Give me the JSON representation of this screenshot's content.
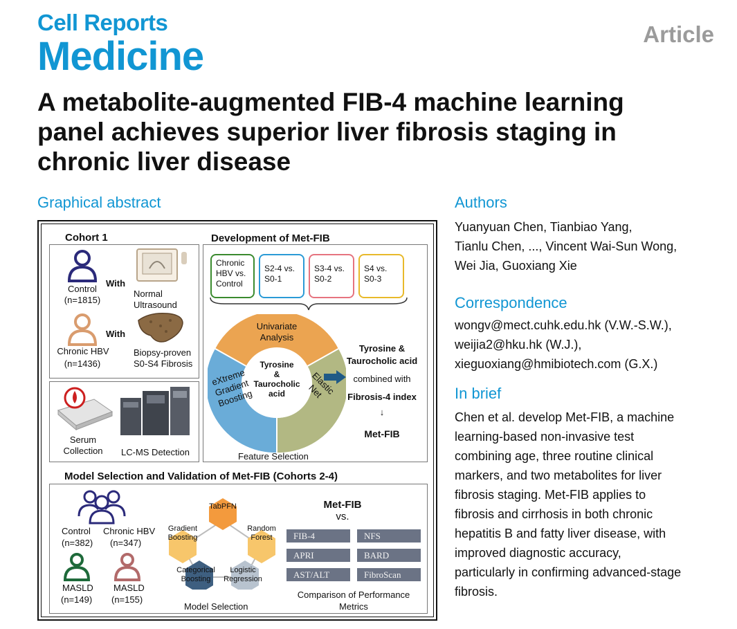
{
  "journal": {
    "line1": "Cell Reports",
    "line2": "Medicine",
    "article_type": "Article"
  },
  "title_lines": [
    "A metabolite-augmented FIB-4 machine learning",
    "panel achieves superior liver fibrosis staging in",
    "chronic liver disease"
  ],
  "graphical_abstract": {
    "heading": "Graphical abstract",
    "cohort1": {
      "title": "Cohort 1",
      "control_label": "Control",
      "control_n": "(n=1815)",
      "with1": "With",
      "normal_us": [
        "Normal",
        "Ultrasound"
      ],
      "hbv_label": "Chronic HBV",
      "hbv_n": "(n=1436)",
      "with2": "With",
      "biopsy": [
        "Biopsy-proven",
        "S0-S4 Fibrosis"
      ]
    },
    "serum": [
      "Serum",
      "Collection"
    ],
    "lcms": "LC-MS Detection",
    "development": {
      "title": "Development of Met-FIB",
      "boxes": [
        [
          "Chronic",
          "HBV vs.",
          "Control"
        ],
        [
          "S2-4 vs.",
          "S0-1"
        ],
        [
          "S3-4 vs.",
          "S0-2"
        ],
        [
          "S4 vs.",
          "S0-3"
        ]
      ],
      "box_colors": [
        "#3a8a2e",
        "#2a9ad6",
        "#e6737f",
        "#e8b92a"
      ],
      "ring_top": [
        "Univariate",
        "Analysis"
      ],
      "ring_left": [
        "eXtreme",
        "Gradient",
        "Boosting"
      ],
      "ring_right": [
        "Elastic",
        "Net"
      ],
      "center": [
        "Tyrosine",
        "&",
        "Taurocholic",
        "acid"
      ],
      "right_text": [
        "Tyrosine &",
        "Taurocholic acid",
        "combined with",
        "Fibrosis-4 index",
        "↓",
        "Met-FIB"
      ],
      "feature_selection": "Feature  Selection",
      "ring_colors": [
        "#eba451",
        "#6aacd8",
        "#b2b883"
      ]
    },
    "model_selection": {
      "title": "Model Selection and Validation of Met-FIB (Cohorts 2-4)",
      "control_label": "Control",
      "control_n": "(n=382)",
      "hbv_label": "Chronic HBV",
      "hbv_n": "(n=347)",
      "masld1_label": "MASLD",
      "masld1_n": "(n=149)",
      "masld2_label": "MASLD",
      "masld2_n": "(n=155)",
      "models": {
        "tabpfn": "TabPFN",
        "gb": [
          "Gradient",
          "Boosting"
        ],
        "rf": [
          "Random",
          "Forest"
        ],
        "cb": [
          "Categorical",
          "Boosting"
        ],
        "lr": [
          "Logistic",
          "Regression"
        ]
      },
      "model_selection_label": "Model Selection",
      "metfib": "Met-FIB",
      "vs": "vs.",
      "metrics_left": [
        "FIB-4",
        "APRI",
        "AST/ALT"
      ],
      "metrics_right": [
        "NFS",
        "BARD",
        "FibroScan"
      ],
      "comparison": [
        "Comparison of Performance",
        "Metrics"
      ]
    }
  },
  "authors": {
    "heading": "Authors",
    "lines": [
      "Yuanyuan Chen, Tianbiao Yang,",
      "Tianlu Chen, ..., Vincent Wai-Sun Wong,",
      "Wei Jia, Guoxiang Xie"
    ]
  },
  "correspondence": {
    "heading": "Correspondence",
    "lines": [
      "wongv@mect.cuhk.edu.hk (V.W.-S.W.),",
      "weijia2@hku.hk (W.J.),",
      "xieguoxiang@hmibiotech.com (G.X.)"
    ]
  },
  "in_brief": {
    "heading": "In brief",
    "lines": [
      "Chen et al. develop Met-FIB, a machine",
      "learning-based non-invasive test",
      "combining age, three routine clinical",
      "markers, and two metabolites for liver",
      "fibrosis staging. Met-FIB applies to",
      "fibrosis and cirrhosis in both chronic",
      "hepatitis B and fatty liver disease, with",
      "improved diagnostic accuracy,",
      "particularly in confirming advanced-stage",
      "fibrosis."
    ]
  },
  "colors": {
    "brand": "#1196d3",
    "article_gray": "#9b9b9b"
  }
}
